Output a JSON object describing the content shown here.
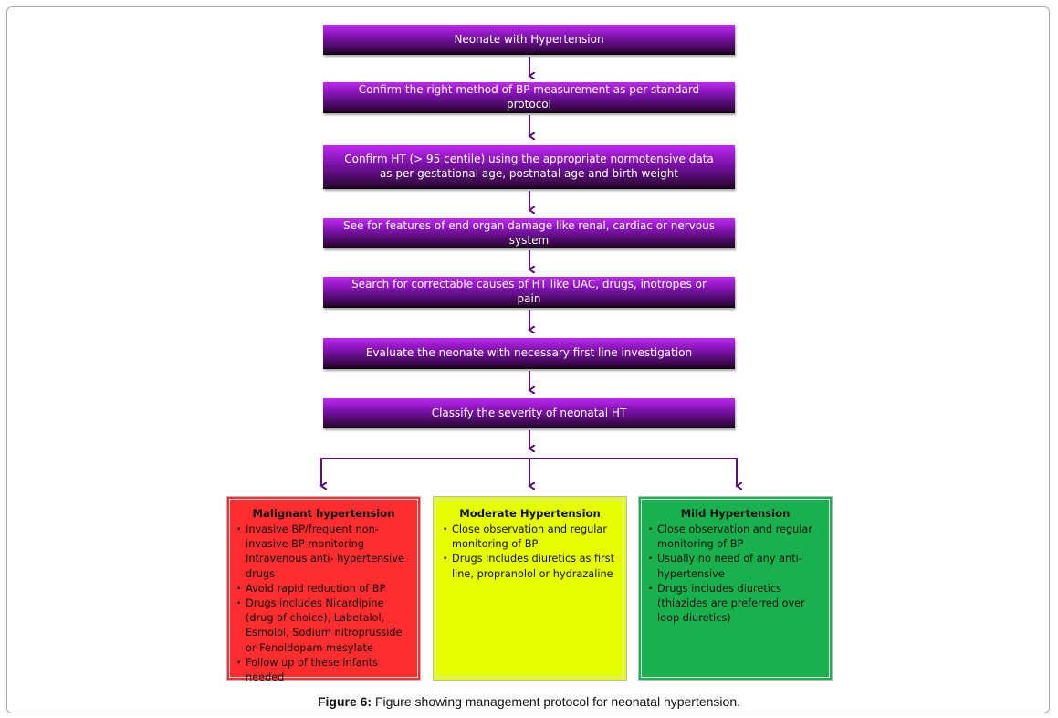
{
  "steps": [
    "Neonate with Hypertension",
    "Confirm the right method of BP measurement as per standard protocol",
    "Confirm HT (> 95 centile) using the appropriate normotensive data\nas per gestational age, postnatal age and birth weight",
    "See for features of end organ damage like renal, cardiac or nervous system",
    "Search for correctable causes of HT like UAC, drugs, inotropes or pain",
    "Evaluate the neonate with necessary first line investigation",
    "Classify the severity of neonatal HT"
  ],
  "boxes": {
    "malignant": {
      "title": "Malignant hypertension",
      "color": "#ff2d2d",
      "items": [
        "Invasive BP/frequent non-invasive BP monitoring Intravenous anti- hypertensive drugs",
        "Avoid rapid reduction of BP",
        "Drugs includes Nicardipine (drug of choice), Labetalol, Esmolol, Sodium nitroprusside or Fenoldopam mesylate",
        "Follow up of these infants needed"
      ]
    },
    "moderate": {
      "title": "Moderate Hypertension",
      "color": "#e6ff00",
      "items": [
        "Close observation and regular monitoring of BP",
        "Drugs includes diuretics as first line, propranolol or hydrazaline"
      ]
    },
    "mild": {
      "title": "Mild Hypertension",
      "color": "#18b14e",
      "items": [
        "Close observation and regular monitoring of BP",
        "Usually no need of any anti-hypertensive",
        "Drugs includes diuretics (thiazides are preferred over loop diuretics)"
      ]
    }
  },
  "caption": {
    "label": "Figure 6:",
    "text": " Figure showing management protocol for neonatal hypertension."
  },
  "colors": {
    "arrow": "#5a0e78"
  }
}
